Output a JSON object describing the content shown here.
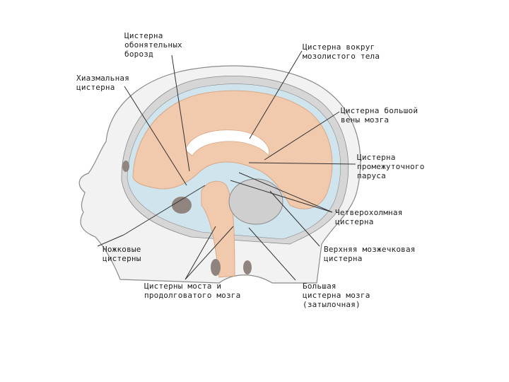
{
  "colors": {
    "skin": "#f2f2f2",
    "outline": "#8a8a8a",
    "csf": "#cfe4ec",
    "brain": "#f1c9ac",
    "brain_dark": "#d9a888",
    "cerebellum": "#cfcfcf",
    "bone": "#d6d6d6",
    "dark_spot": "#8f857e",
    "leader": "#333333"
  },
  "labels": {
    "olfactory": [
      "Цистерна",
      "обонятельных",
      "борозд"
    ],
    "chiasmal": [
      "Хиазмальная",
      "цистерна"
    ],
    "callosal": [
      "Цистерна  вокруг",
      "мозолистого тела"
    ],
    "great_vein": [
      "Цистерна большой",
      "вены мозга"
    ],
    "velum": [
      "Цистерна",
      "промежуточного",
      "паруса"
    ],
    "quadrigeminal": [
      "Четверохолмная",
      "цистерна"
    ],
    "peduncular": [
      "Ножковые",
      "цистерны"
    ],
    "superior_cerebellar": [
      "Верхняя мозжечковая",
      "цистерна"
    ],
    "pontine": [
      "Цистерны моста и",
      "продолговатого мозга"
    ],
    "cisterna_magna": [
      "Большая",
      "цистерна мозга",
      "(затылочная)"
    ]
  }
}
